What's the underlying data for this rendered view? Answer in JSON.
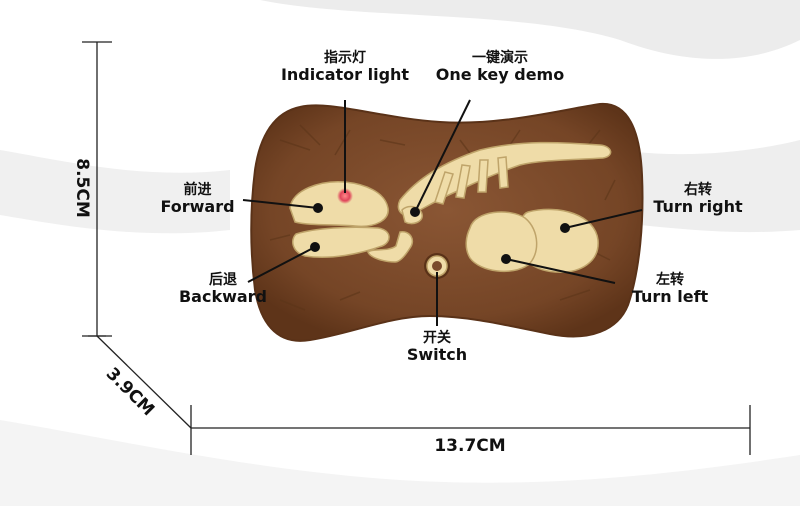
{
  "dimensions": {
    "height": "8.5CM",
    "depth": "3.9CM",
    "width": "13.7CM"
  },
  "callouts": {
    "indicator": {
      "zh": "指示灯",
      "en": "Indicator light"
    },
    "demo": {
      "zh": "一键演示",
      "en": "One key demo"
    },
    "forward": {
      "zh": "前进",
      "en": "Forward"
    },
    "backward": {
      "zh": "后退",
      "en": "Backward"
    },
    "switch": {
      "zh": "开关",
      "en": "Switch"
    },
    "turn_right": {
      "zh": "右转",
      "en": "Turn right"
    },
    "turn_left": {
      "zh": "左转",
      "en": "Turn left"
    }
  },
  "colors": {
    "body": "#7a4a2c",
    "bone": "#efdca8",
    "indicator": "#e0455a",
    "line": "#111111"
  }
}
